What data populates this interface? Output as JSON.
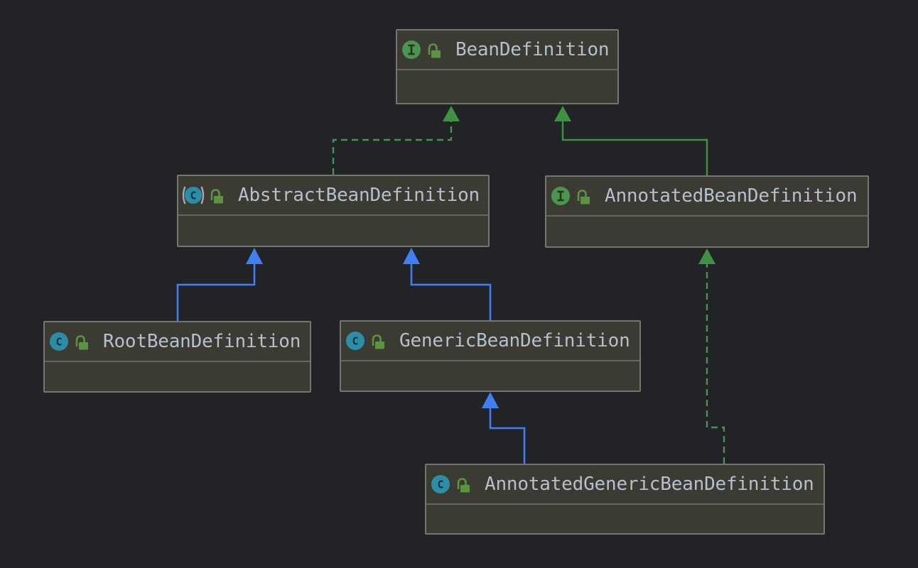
{
  "diagram": {
    "type": "uml-class-diagram",
    "background_color": "#222327",
    "node_fill": "#3b3a33",
    "node_border_color": "#75766d",
    "label_color": "#b5c0cd",
    "colors": {
      "extends_arrow_blue": "#3e7ff2",
      "implements_arrow_green": "#4c8f4f",
      "interface_extends_green": "#3f9143",
      "interface_icon_green": "#4a9550",
      "class_icon_teal": "#2b8da6",
      "lock_icon_green": "#5b9440"
    },
    "nodes": [
      {
        "label": "BeanDefinition",
        "kind": "interface",
        "visibility": "public",
        "icon": "interface-icon"
      },
      {
        "label": "AbstractBeanDefinition",
        "kind": "abstract-class",
        "visibility": "public",
        "icon": "abstract-class-icon"
      },
      {
        "label": "AnnotatedBeanDefinition",
        "kind": "interface",
        "visibility": "public",
        "icon": "interface-icon"
      },
      {
        "label": "RootBeanDefinition",
        "kind": "class",
        "visibility": "public",
        "icon": "class-icon"
      },
      {
        "label": "GenericBeanDefinition",
        "kind": "class",
        "visibility": "public",
        "icon": "class-icon"
      },
      {
        "label": "AnnotatedGenericBeanDefinition",
        "kind": "class",
        "visibility": "public",
        "icon": "class-icon"
      }
    ],
    "relationships": [
      {
        "from": "AbstractBeanDefinition",
        "to": "BeanDefinition",
        "type": "implements",
        "line": "dashed-green"
      },
      {
        "from": "AnnotatedBeanDefinition",
        "to": "BeanDefinition",
        "type": "extends",
        "line": "solid-green"
      },
      {
        "from": "RootBeanDefinition",
        "to": "AbstractBeanDefinition",
        "type": "extends",
        "line": "solid-blue"
      },
      {
        "from": "GenericBeanDefinition",
        "to": "AbstractBeanDefinition",
        "type": "extends",
        "line": "solid-blue"
      },
      {
        "from": "AnnotatedGenericBeanDefinition",
        "to": "GenericBeanDefinition",
        "type": "extends",
        "line": "solid-blue"
      },
      {
        "from": "AnnotatedGenericBeanDefinition",
        "to": "AnnotatedBeanDefinition",
        "type": "implements",
        "line": "dashed-green"
      }
    ]
  }
}
